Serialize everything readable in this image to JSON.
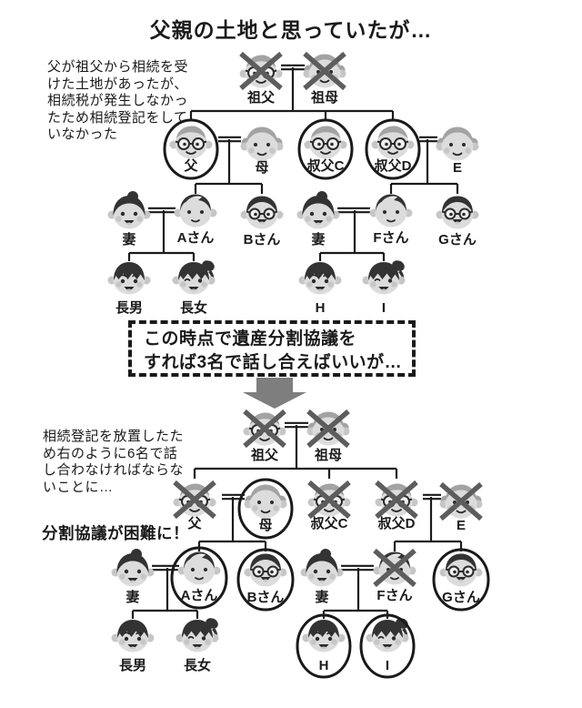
{
  "title": "父親の土地と思っていたが…",
  "notes": {
    "top": "父が祖父から相続を受\nけた土地があったが、\n相続税が発生しなかっ\nたため相続登記をして\nいなかった",
    "box": "この時点で遺産分割協議を\nすれば3名で話し合えばいいが…",
    "bottom": "相続登記を放置したた\nめ右のように6名で話\nし合わなければならな\nいことに…",
    "warning": "分割協議が困難に！"
  },
  "colors": {
    "text": "#1a1a1a",
    "line": "#1a1a1a",
    "cross": "#5d5d5d",
    "arrow": "#7e7e7e",
    "skin": "#dcdcdc",
    "skin_shadow": "#c6c6c6",
    "hair_old": "#a3a3a3",
    "hair_young": "#333333",
    "feature": "#2b2b2b"
  },
  "family": {
    "members": [
      {
        "id": "grandfather",
        "label": "祖父",
        "type": "old-man"
      },
      {
        "id": "grandmother",
        "label": "祖母",
        "type": "old-woman"
      },
      {
        "id": "father",
        "label": "父",
        "type": "old-man"
      },
      {
        "id": "mother",
        "label": "母",
        "type": "old-woman"
      },
      {
        "id": "uncle_c",
        "label": "叔父C",
        "type": "old-man"
      },
      {
        "id": "uncle_d",
        "label": "叔父D",
        "type": "old-man"
      },
      {
        "id": "e",
        "label": "E",
        "type": "old-woman"
      },
      {
        "id": "wife_a",
        "label": "妻",
        "type": "woman-bun"
      },
      {
        "id": "a",
        "label": "Aさん",
        "type": "man"
      },
      {
        "id": "b",
        "label": "Bさん",
        "type": "man-glasses"
      },
      {
        "id": "wife_f",
        "label": "妻",
        "type": "woman-bun"
      },
      {
        "id": "f",
        "label": "Fさん",
        "type": "man"
      },
      {
        "id": "g",
        "label": "Gさん",
        "type": "man-glasses"
      },
      {
        "id": "son",
        "label": "長男",
        "type": "boy"
      },
      {
        "id": "daughter",
        "label": "長女",
        "type": "girl"
      },
      {
        "id": "h",
        "label": "H",
        "type": "boy"
      },
      {
        "id": "i",
        "label": "I",
        "type": "girl"
      }
    ],
    "diagram_before": {
      "name": "before",
      "circled": [
        "father",
        "uncle_c",
        "uncle_d"
      ],
      "crossed": [
        "grandfather",
        "grandmother"
      ]
    },
    "diagram_after": {
      "name": "after",
      "circled": [
        "mother",
        "a",
        "b",
        "g",
        "h",
        "i"
      ],
      "crossed": [
        "grandfather",
        "grandmother",
        "father",
        "uncle_c",
        "uncle_d",
        "e",
        "f"
      ]
    }
  }
}
